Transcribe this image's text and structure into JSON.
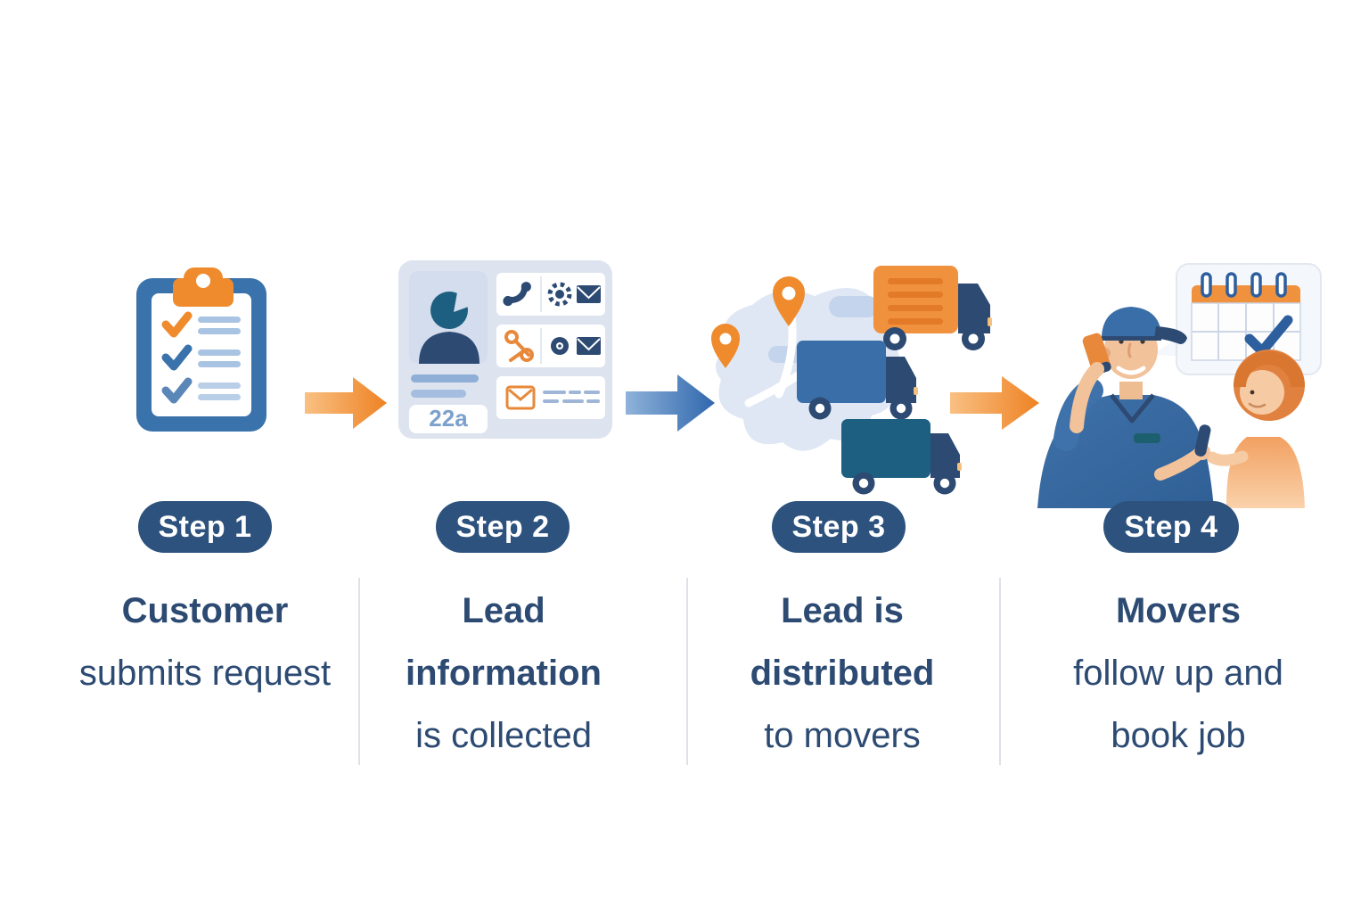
{
  "page": {
    "background": "#ffffff"
  },
  "colors": {
    "badge_navy": "#2d527e",
    "caption_text": "#2c4a72",
    "accent_orange": "#ef8b2d",
    "accent_blue": "#3a6ea8",
    "dark_navy": "#2d4a73",
    "teal": "#1c5f80",
    "light_blue_fill": "#dde4f0"
  },
  "steps": [
    {
      "badge": "Step 1",
      "icon": "clipboard-checklist",
      "caption_lines": [
        "Customer",
        "submits request"
      ]
    },
    {
      "badge": "Step 2",
      "icon": "lead-contact-card",
      "caption_lines": [
        "Lead",
        "information",
        "is collected"
      ]
    },
    {
      "badge": "Step 3",
      "icon": "map-with-trucks",
      "caption_lines": [
        "Lead is",
        "distributed",
        "to movers"
      ]
    },
    {
      "badge": "Step 4",
      "icon": "mover-phone-booking",
      "caption_lines": [
        "Movers",
        "follow up and",
        "book job"
      ]
    }
  ],
  "card": {
    "house_number": "22a"
  },
  "arrows": [
    {
      "between": "step-1-and-2",
      "color": "orange",
      "direction": "right"
    },
    {
      "between": "step-2-and-3",
      "color": "blue",
      "direction": "right"
    },
    {
      "between": "step-3-and-4",
      "color": "orange",
      "direction": "right"
    }
  ]
}
